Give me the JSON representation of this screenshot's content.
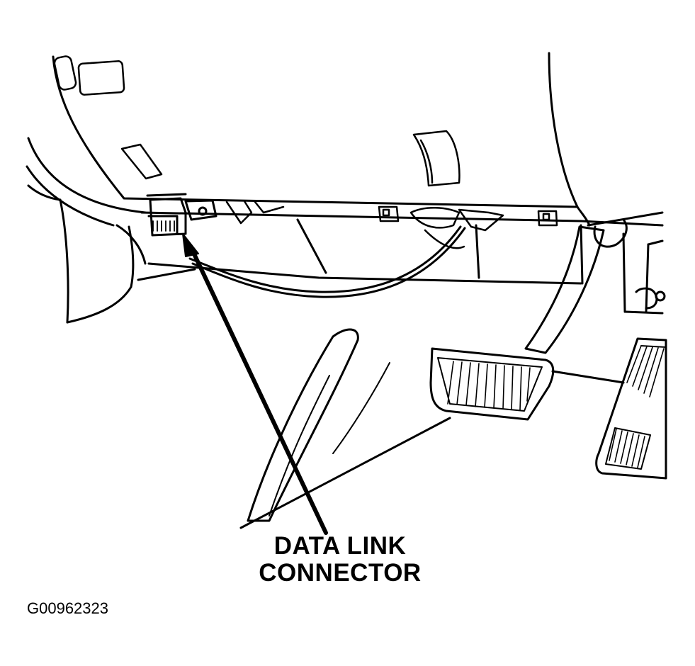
{
  "callout": {
    "line1": "DATA LINK",
    "line2": "CONNECTOR"
  },
  "figure_id": "G00962323"
}
